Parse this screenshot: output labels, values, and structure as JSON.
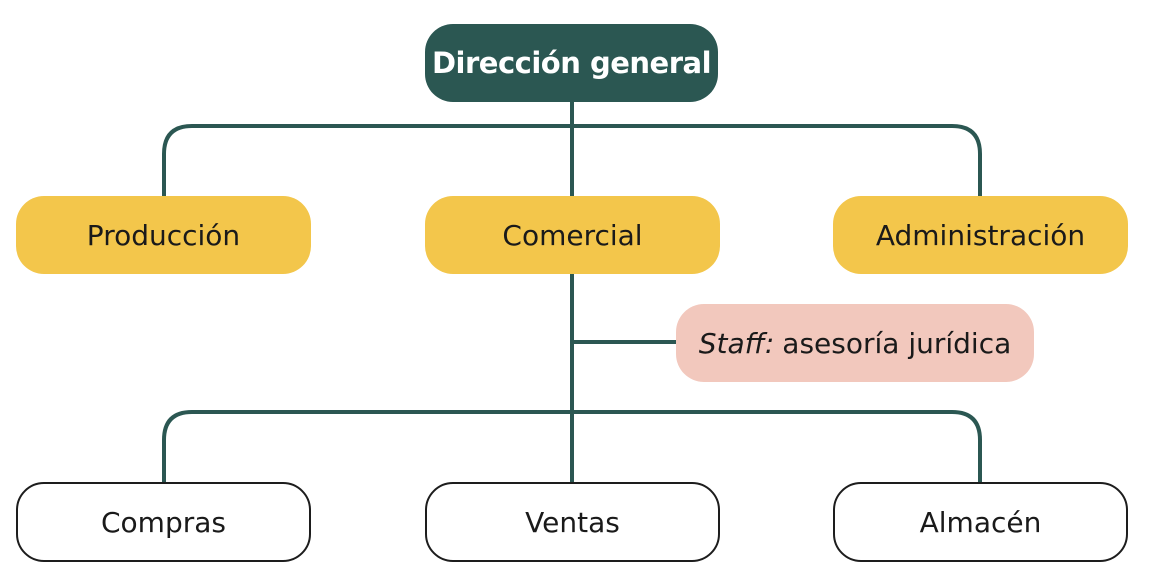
{
  "diagram": {
    "line_color": "#2b5752",
    "root": {
      "label": "Dirección general",
      "color": "#2b5752"
    },
    "departments": [
      {
        "label": "Producción"
      },
      {
        "label": "Comercial"
      },
      {
        "label": "Administración"
      }
    ],
    "department_color": "#f3c64b",
    "staff": {
      "prefix": "Staff:",
      "label": "asesoría jurídica",
      "color": "#f2c8bd"
    },
    "sub_units": [
      {
        "label": "Compras"
      },
      {
        "label": "Ventas"
      },
      {
        "label": "Almacén"
      }
    ]
  }
}
